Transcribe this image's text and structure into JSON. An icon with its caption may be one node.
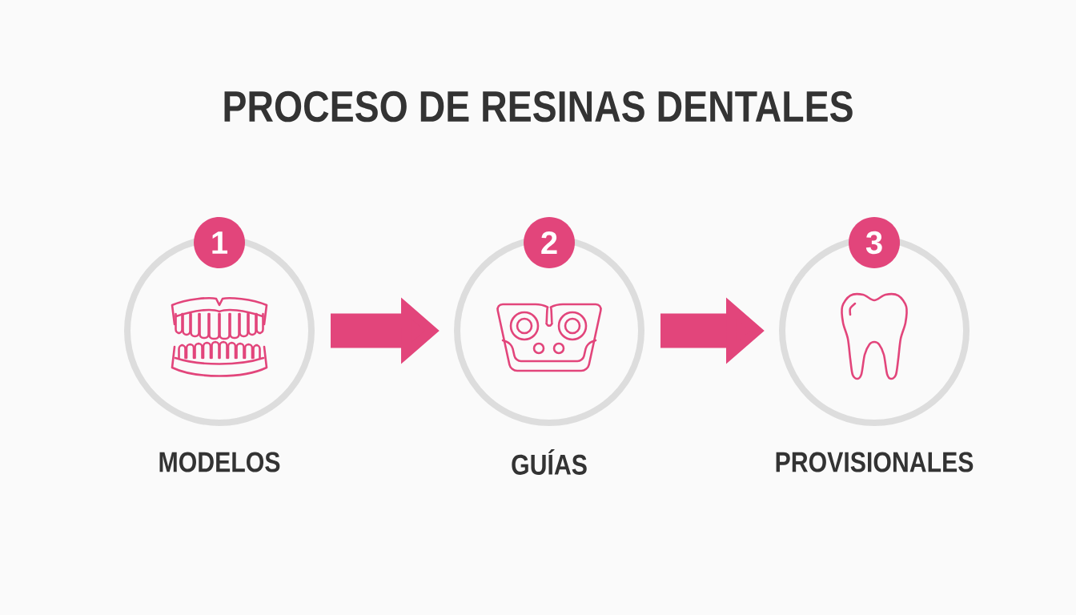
{
  "diagram": {
    "title": "PROCESO DE RESINAS DENTALES",
    "nodes": [
      {
        "text": [
          "1",
          "MODELOS"
        ]
      },
      {
        "text": [
          "2",
          "GUÍAS"
        ]
      },
      {
        "text": [
          "3",
          "PROVISIONALES"
        ]
      }
    ],
    "edges": [
      {
        "from": 0,
        "to": 1,
        "arrow": "to"
      },
      {
        "from": 1,
        "to": 2,
        "arrow": "to"
      }
    ]
  }
}
